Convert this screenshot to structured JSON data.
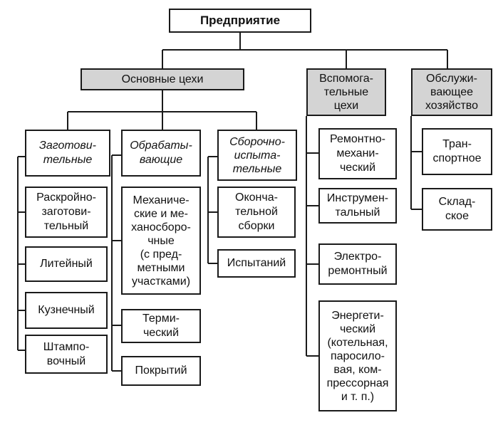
{
  "root": "Предприятие",
  "groups": {
    "main": "Основные цехи",
    "aux": "Вспомога-\nтельные\nцехи",
    "service": "Обслужи-\nвающее\nхозяйство"
  },
  "main_subgroups": {
    "procurement": "Заготови-\nтельные",
    "processing": "Обрабаты-\nвающие",
    "assembly": "Сборочно-\nиспыта-\nтельные"
  },
  "procurement_items": [
    "Раскройно-\nзаготови-\nтельный",
    "Литейный",
    "Кузнечный",
    "Штампо-\nвочный"
  ],
  "processing_items": [
    "Механиче-\nские и ме-\nханосборо-\nчные\n(с пред-\nметными\nучастками)",
    "Терми-\nческий",
    "Покрытий"
  ],
  "assembly_items": [
    "Оконча-\nтельной\nсборки",
    "Испытаний"
  ],
  "aux_items": [
    "Ремонтно-\nмехани-\nческий",
    "Инструмен-\nтальный",
    "Электро-\nремонтный",
    "Энергети-\nческий\n(котельная,\nпаросило-\nвая, ком-\nпрессорная\nи т. п.)"
  ],
  "service_items": [
    "Тран-\nспортное",
    "Склад-\nское"
  ],
  "colors": {
    "line": "#1a1a1a",
    "group_fill": "#d4d4d4",
    "box_fill": "#ffffff"
  }
}
